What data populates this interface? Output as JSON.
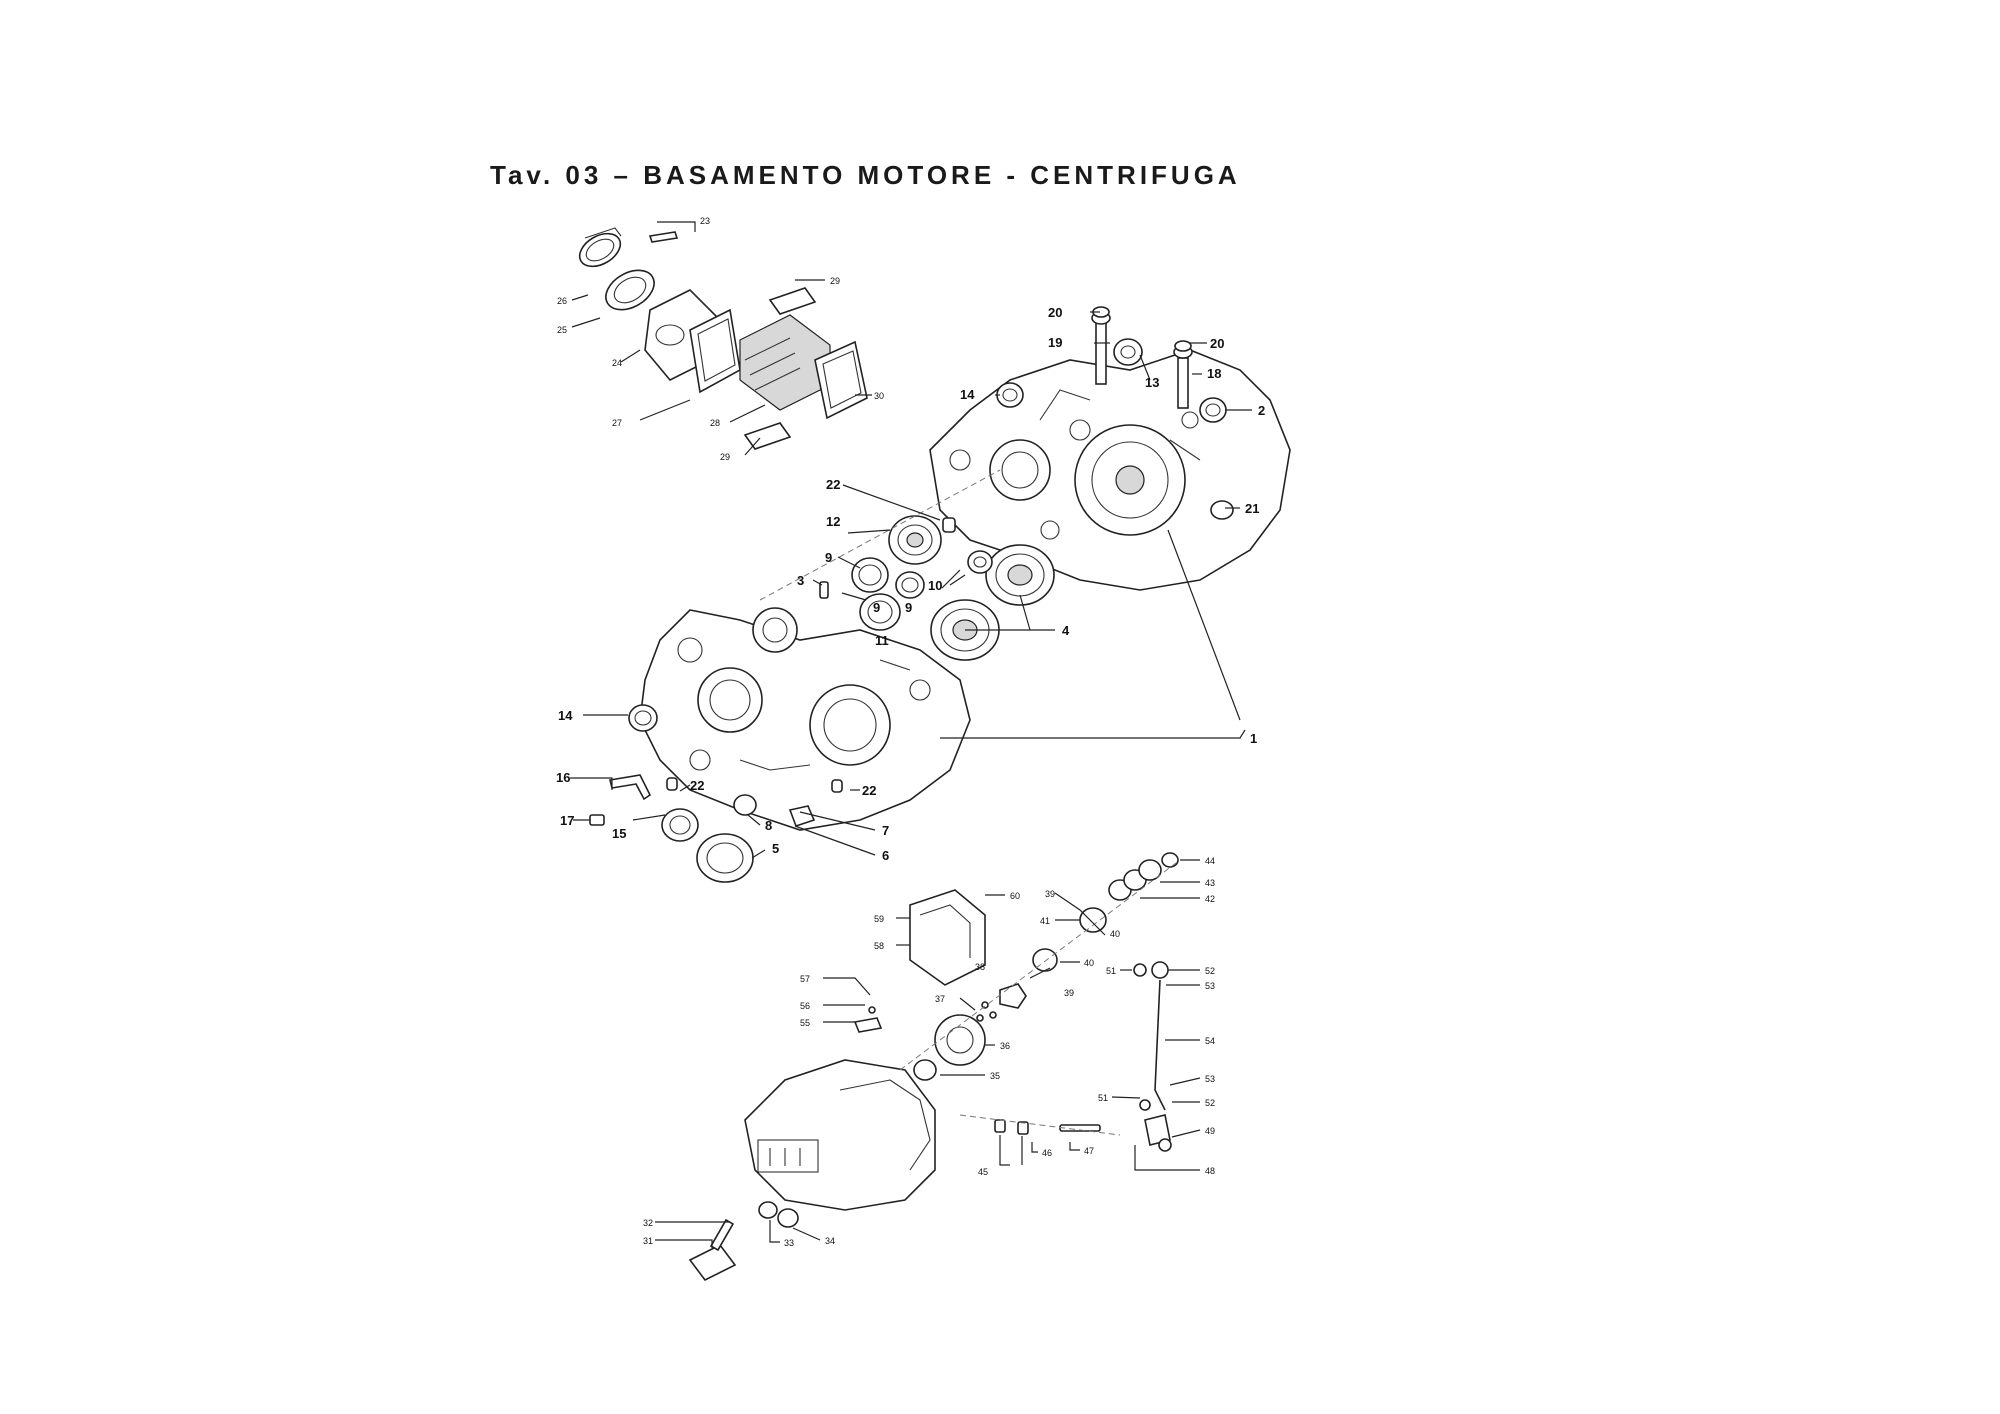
{
  "title": "Tav. 03 – BASAMENTO MOTORE - CENTRIFUGA",
  "callouts": {
    "c1": "1",
    "c2": "2",
    "c3": "3",
    "c4": "4",
    "c5": "5",
    "c6": "6",
    "c7": "7",
    "c8": "8",
    "c9a": "9",
    "c9b": "9",
    "c10": "10",
    "c11": "11",
    "c12": "12",
    "c13": "13",
    "c14a": "14",
    "c14b": "14",
    "c15": "15",
    "c16": "16",
    "c17": "17",
    "c18": "18",
    "c19": "19",
    "c20a": "20",
    "c20b": "20",
    "c21": "21",
    "c22a": "22",
    "c22b": "22",
    "c22c": "22",
    "c23": "23",
    "c24": "24",
    "c25": "25",
    "c26": "26",
    "c27": "27",
    "c28": "28",
    "c29a": "29",
    "c29b": "29",
    "c30": "30",
    "c31": "31",
    "c32": "32",
    "c33": "33",
    "c34": "34",
    "c35": "35",
    "c36": "36",
    "c37": "37",
    "c38": "38",
    "c39a": "39",
    "c39b": "39",
    "c40a": "40",
    "c40b": "40",
    "c41": "41",
    "c42": "42",
    "c43": "43",
    "c44": "44",
    "c45": "45",
    "c46": "46",
    "c47": "47",
    "c48": "48",
    "c49": "49",
    "c51a": "51",
    "c51b": "51",
    "c52a": "52",
    "c52b": "52",
    "c53a": "53",
    "c53b": "53",
    "c54": "54",
    "c55": "55",
    "c56": "56",
    "c57": "57",
    "c58": "58",
    "c59": "59",
    "c60": "60"
  }
}
